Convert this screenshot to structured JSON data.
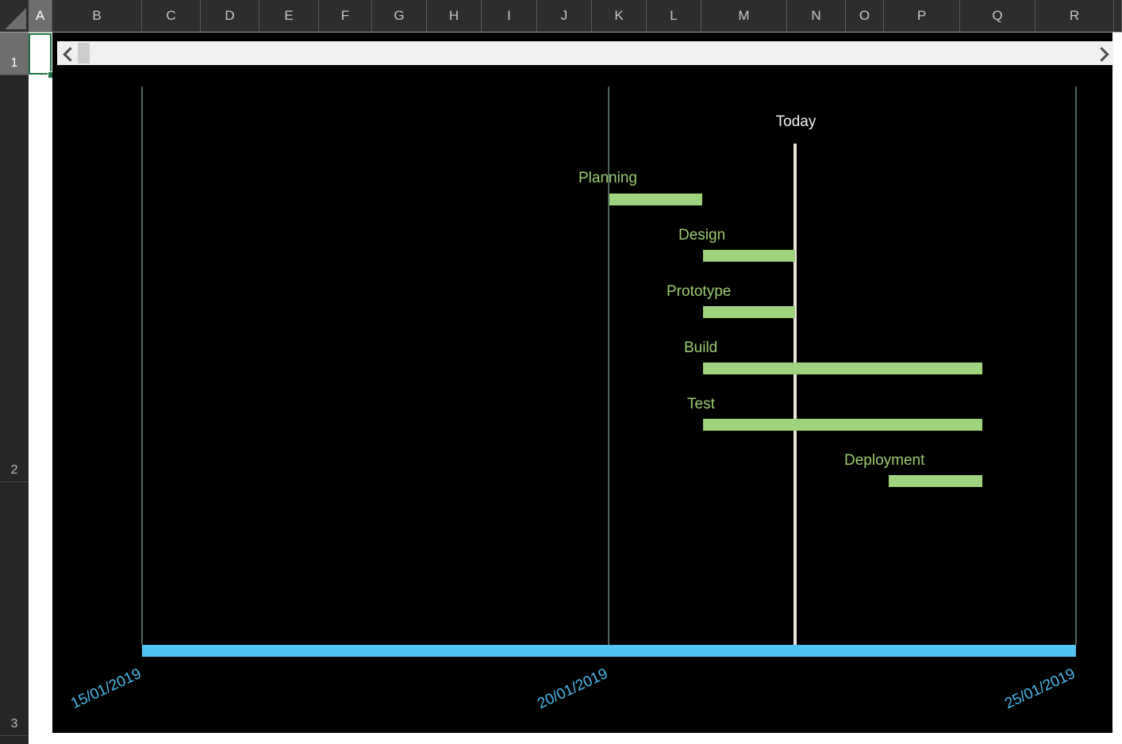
{
  "grid": {
    "column_headers": [
      "A",
      "B",
      "C",
      "D",
      "E",
      "F",
      "G",
      "H",
      "I",
      "J",
      "K",
      "L",
      "M",
      "N",
      "O",
      "P",
      "Q",
      "R"
    ],
    "row_headers": [
      "1",
      "2",
      "3"
    ],
    "selected_cell": "A1"
  },
  "chart_data": {
    "type": "gantt",
    "date_axis": {
      "tick_labels": [
        "15/01/2019",
        "20/01/2019",
        "25/01/2019"
      ],
      "start": "15/01/2019",
      "end": "25/01/2019",
      "gridlines": true
    },
    "today_marker": {
      "label": "Today",
      "date": "22/01/2019"
    },
    "tasks": [
      {
        "name": "Planning",
        "start": "20/01/2019",
        "end": "21/01/2019"
      },
      {
        "name": "Design",
        "start": "21/01/2019",
        "end": "22/01/2019"
      },
      {
        "name": "Prototype",
        "start": "21/01/2019",
        "end": "22/01/2019"
      },
      {
        "name": "Build",
        "start": "21/01/2019",
        "end": "24/01/2019"
      },
      {
        "name": "Test",
        "start": "21/01/2019",
        "end": "24/01/2019"
      },
      {
        "name": "Deployment",
        "start": "23/01/2019",
        "end": "24/01/2019"
      }
    ],
    "colors": {
      "task_bar": "#9ed47d",
      "task_label": "#9ccc72",
      "timeline_bar": "#53c3f1",
      "date_label": "#4db8ec",
      "today_line": "#e9e4d6",
      "gridline": "#506458",
      "chart_background": "#000000"
    }
  }
}
